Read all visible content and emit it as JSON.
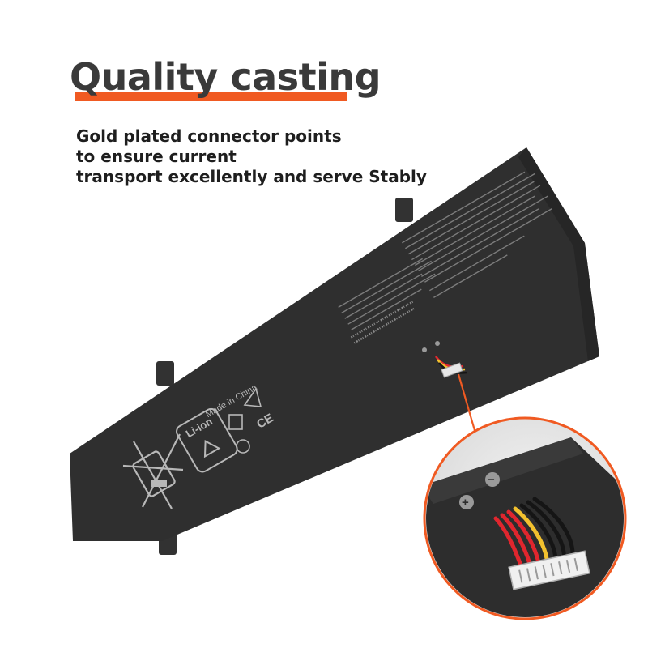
{
  "headline": "Quality casting",
  "subtext": {
    "line1": "Gold plated connector points",
    "line2": "to ensure current",
    "line3": "transport excellently and serve Stably"
  },
  "battery": {
    "made_in": "Made in China",
    "li_ion": "Li-ion",
    "ce_mark": "CE",
    "plus_symbol": "+",
    "minus_symbol": "−"
  },
  "colors": {
    "accent": "#f05a22",
    "battery_body": "#2f2f2f",
    "headline_text": "#3a3a3a",
    "wire_red": "#e0262e",
    "wire_yellow": "#f2c12e",
    "wire_black": "#151515"
  }
}
